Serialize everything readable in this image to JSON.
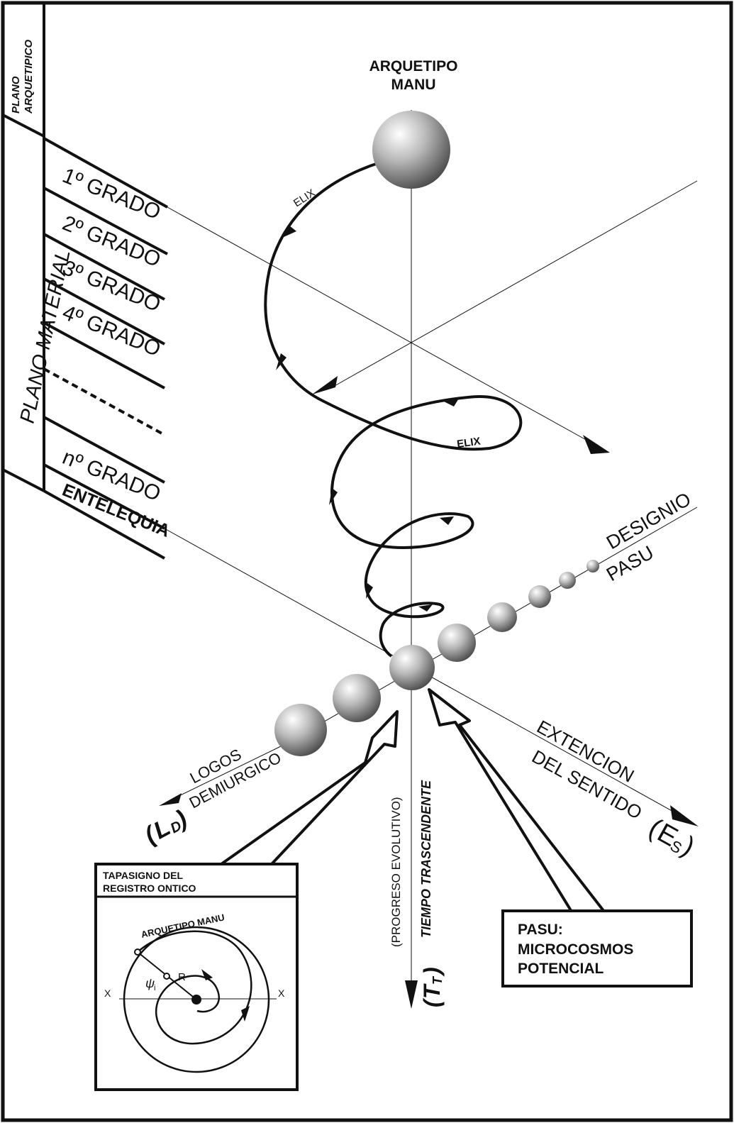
{
  "planes": {
    "archetypal": "PLANO\nARQUETIPICO",
    "archetypal_line1": "PLANO",
    "archetypal_line2": "ARQUETIPICO",
    "material": "PLANO MATERIAL"
  },
  "grades": [
    "1º GRADO",
    "2º GRADO",
    "3º GRADO",
    "4º GRADO",
    "nº GRADO"
  ],
  "entelequia": "ENTELEQUIA",
  "archetype": {
    "line1": "ARQUETIPO",
    "line2": "MANU"
  },
  "helix_labels": [
    "ELIX",
    "ELIX"
  ],
  "designio": {
    "line1": "DESIGNIO",
    "line2": "PASU"
  },
  "logos": {
    "line1": "LOGOS",
    "line2": "DEMIURGICO",
    "symbol": "L",
    "subscript": "D"
  },
  "extencion": {
    "line1": "EXTENCION",
    "line2": "DEL SENTIDO",
    "symbol": "E",
    "subscript": "S"
  },
  "tiempo": {
    "line1": "(PROGRESO EVOLUTIVO)",
    "line2": "TIEMPO TRASCENDENTE",
    "symbol": "T",
    "subscript": "T"
  },
  "pasu_box": {
    "line1": "PASU:",
    "line2": "MICROCOSMOS",
    "line3": "POTENCIAL"
  },
  "inset": {
    "title_line1": "TAPASIGNO DEL",
    "title_line2": "REGISTRO ONTICO",
    "arc_label": "ARQUETIPO  MANU",
    "x_left": "X",
    "x_right": "X",
    "psi": "ψ",
    "psi_sub": "i",
    "r": "R"
  },
  "colors": {
    "ink": "#111111",
    "sphere_light": "#ffffff",
    "sphere_dark": "#555555"
  }
}
